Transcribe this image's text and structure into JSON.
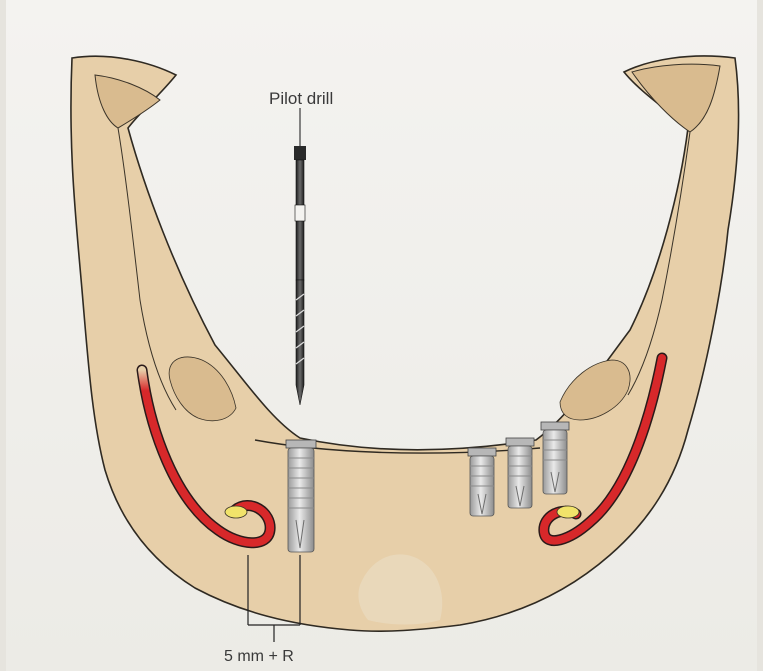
{
  "labels": {
    "pilot_drill": "Pilot drill",
    "measurement": "5 mm + R"
  },
  "colors": {
    "bone": "#e7cfa9",
    "bone_shadow": "#d9bb8f",
    "nerve_canal": "#d7282a",
    "mental_foramen": "#f1e36a",
    "implant": "#c8c8c8",
    "drill": "#3a3a3a"
  },
  "implants": {
    "left_count": 1,
    "right_count": 3
  }
}
